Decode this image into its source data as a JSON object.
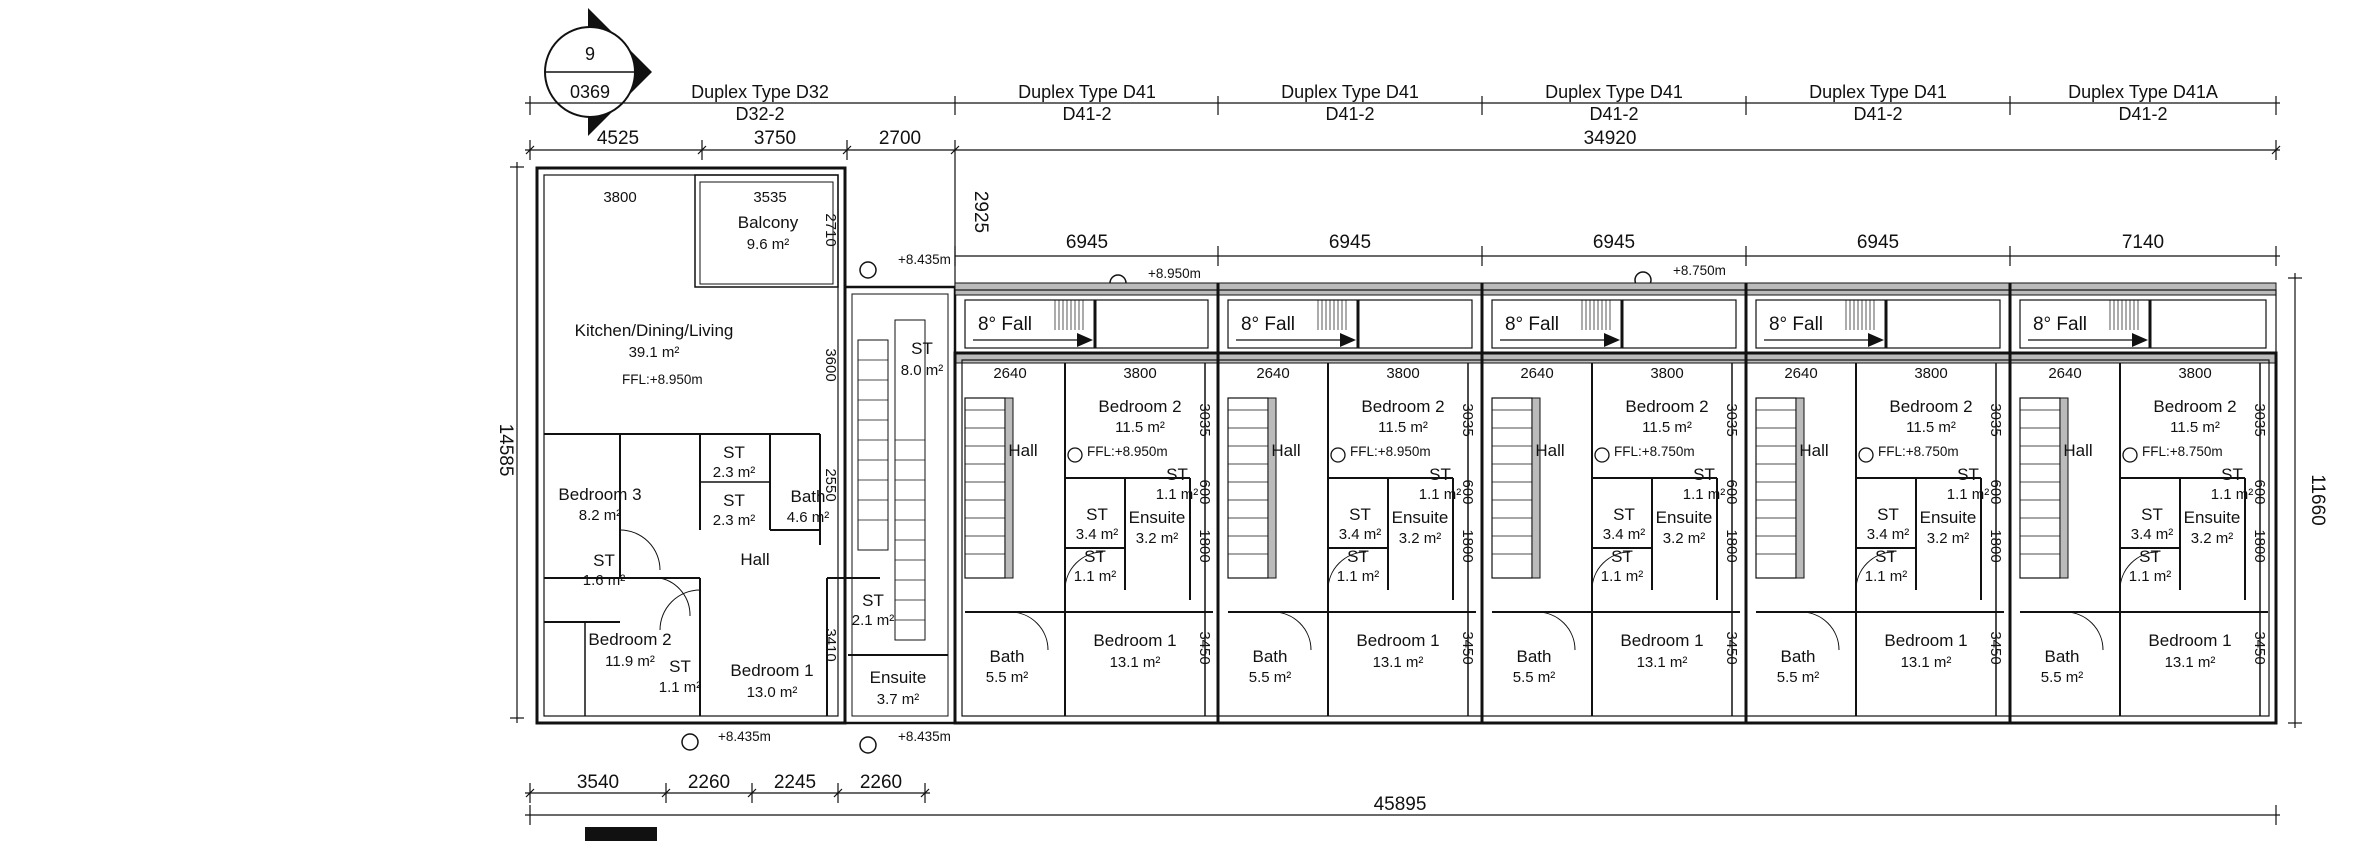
{
  "section_marker": {
    "number": "9",
    "sheet": "0369"
  },
  "headers": [
    {
      "title": "Duplex Type D32",
      "ref": "D32-2"
    },
    {
      "title": "Duplex Type D41",
      "ref": "D41-2"
    },
    {
      "title": "Duplex Type D41",
      "ref": "D41-2"
    },
    {
      "title": "Duplex Type D41",
      "ref": "D41-2"
    },
    {
      "title": "Duplex Type D41",
      "ref": "D41-2"
    },
    {
      "title": "Duplex Type D41A",
      "ref": "D41-2"
    }
  ],
  "dimensions": {
    "top_row": [
      "4525",
      "3750",
      "2700"
    ],
    "overall_top": "34920",
    "unit_widths": [
      "6945",
      "6945",
      "6945",
      "6945",
      "7140"
    ],
    "left_height": "14585",
    "right_height": "11660",
    "vertical_2925": "2925",
    "bottom_row": [
      "3540",
      "2260",
      "2245",
      "2260"
    ],
    "overall_bottom": "45895",
    "inner": {
      "d32_kitchen": "3800",
      "d32_balcony": "3535",
      "d32_balcony_depth": "2710",
      "d32_kitchen_depth": "3600",
      "d32_bath_depth": "2550",
      "d32_st_depth": "3410",
      "unit_hall": "2640",
      "unit_bed2": "3800",
      "unit_bed2_depth": "3035",
      "unit_st": "600",
      "unit_ensuite": "1800",
      "unit_bed1_depth": "3450"
    }
  },
  "levels": {
    "balcony": "+8.435m",
    "roof_left": "+8.950m",
    "roof_right": "+8.750m",
    "bottom_left": "+8.435m",
    "bottom_right": "+8.435m"
  },
  "d32_rooms": {
    "balcony": {
      "name": "Balcony",
      "area": "9.6 m²"
    },
    "kitchen": {
      "name": "Kitchen/Dining/Living",
      "area": "39.1 m²",
      "ffl": "FFL:+8.950m"
    },
    "stair_st": {
      "name": "ST",
      "area": "8.0 m²"
    },
    "st_a": {
      "name": "ST",
      "area": "2.3 m²"
    },
    "st_b": {
      "name": "ST",
      "area": "2.3 m²"
    },
    "bath": {
      "name": "Bath",
      "area": "4.6 m²"
    },
    "bedroom3": {
      "name": "Bedroom 3",
      "area": "8.2 m²"
    },
    "st_c": {
      "name": "ST",
      "area": "1.6 m²"
    },
    "hall": {
      "name": "Hall"
    },
    "st_d": {
      "name": "ST",
      "area": "2.1 m²"
    },
    "bedroom2": {
      "name": "Bedroom 2",
      "area": "11.9 m²"
    },
    "st_e": {
      "name": "ST",
      "area": "1.1 m²"
    },
    "bedroom1": {
      "name": "Bedroom 1",
      "area": "13.0 m²"
    },
    "ensuite": {
      "name": "Ensuite",
      "area": "3.7 m²"
    }
  },
  "units": [
    {
      "fall": "8° Fall",
      "bedroom2": "Bedroom 2",
      "bedroom2_area": "11.5 m²",
      "ffl": "FFL:+8.950m",
      "hall": "Hall",
      "st1": "ST",
      "st1_area": "1.1 m²",
      "st2": "ST",
      "st2_area": "3.4 m²",
      "ensuite": "Ensuite",
      "ensuite_area": "3.2 m²",
      "st3": "ST",
      "st3_area": "1.1 m²",
      "bath": "Bath",
      "bath_area": "5.5 m²",
      "bedroom1": "Bedroom 1",
      "bedroom1_area": "13.1 m²"
    },
    {
      "fall": "8° Fall",
      "bedroom2": "Bedroom 2",
      "bedroom2_area": "11.5 m²",
      "ffl": "FFL:+8.950m",
      "hall": "Hall",
      "st1": "ST",
      "st1_area": "1.1 m²",
      "st2": "ST",
      "st2_area": "3.4 m²",
      "ensuite": "Ensuite",
      "ensuite_area": "3.2 m²",
      "st3": "ST",
      "st3_area": "1.1 m²",
      "bath": "Bath",
      "bath_area": "5.5 m²",
      "bedroom1": "Bedroom 1",
      "bedroom1_area": "13.1 m²"
    },
    {
      "fall": "8° Fall",
      "bedroom2": "Bedroom 2",
      "bedroom2_area": "11.5 m²",
      "ffl": "FFL:+8.750m",
      "hall": "Hall",
      "st1": "ST",
      "st1_area": "1.1 m²",
      "st2": "ST",
      "st2_area": "3.4 m²",
      "ensuite": "Ensuite",
      "ensuite_area": "3.2 m²",
      "st3": "ST",
      "st3_area": "1.1 m²",
      "bath": "Bath",
      "bath_area": "5.5 m²",
      "bedroom1": "Bedroom 1",
      "bedroom1_area": "13.1 m²"
    },
    {
      "fall": "8° Fall",
      "bedroom2": "Bedroom 2",
      "bedroom2_area": "11.5 m²",
      "ffl": "FFL:+8.750m",
      "hall": "Hall",
      "st1": "ST",
      "st1_area": "1.1 m²",
      "st2": "ST",
      "st2_area": "3.4 m²",
      "ensuite": "Ensuite",
      "ensuite_area": "3.2 m²",
      "st3": "ST",
      "st3_area": "1.1 m²",
      "bath": "Bath",
      "bath_area": "5.5 m²",
      "bedroom1": "Bedroom 1",
      "bedroom1_area": "13.1 m²"
    },
    {
      "fall": "8° Fall",
      "bedroom2": "Bedroom 2",
      "bedroom2_area": "11.5 m²",
      "ffl": "FFL:+8.750m",
      "hall": "Hall",
      "st1": "ST",
      "st1_area": "1.1 m²",
      "st2": "ST",
      "st2_area": "3.4 m²",
      "ensuite": "Ensuite",
      "ensuite_area": "3.2 m²",
      "st3": "ST",
      "st3_area": "1.1 m²",
      "bath": "Bath",
      "bath_area": "5.5 m²",
      "bedroom1": "Bedroom 1",
      "bedroom1_area": "13.1 m²"
    }
  ]
}
